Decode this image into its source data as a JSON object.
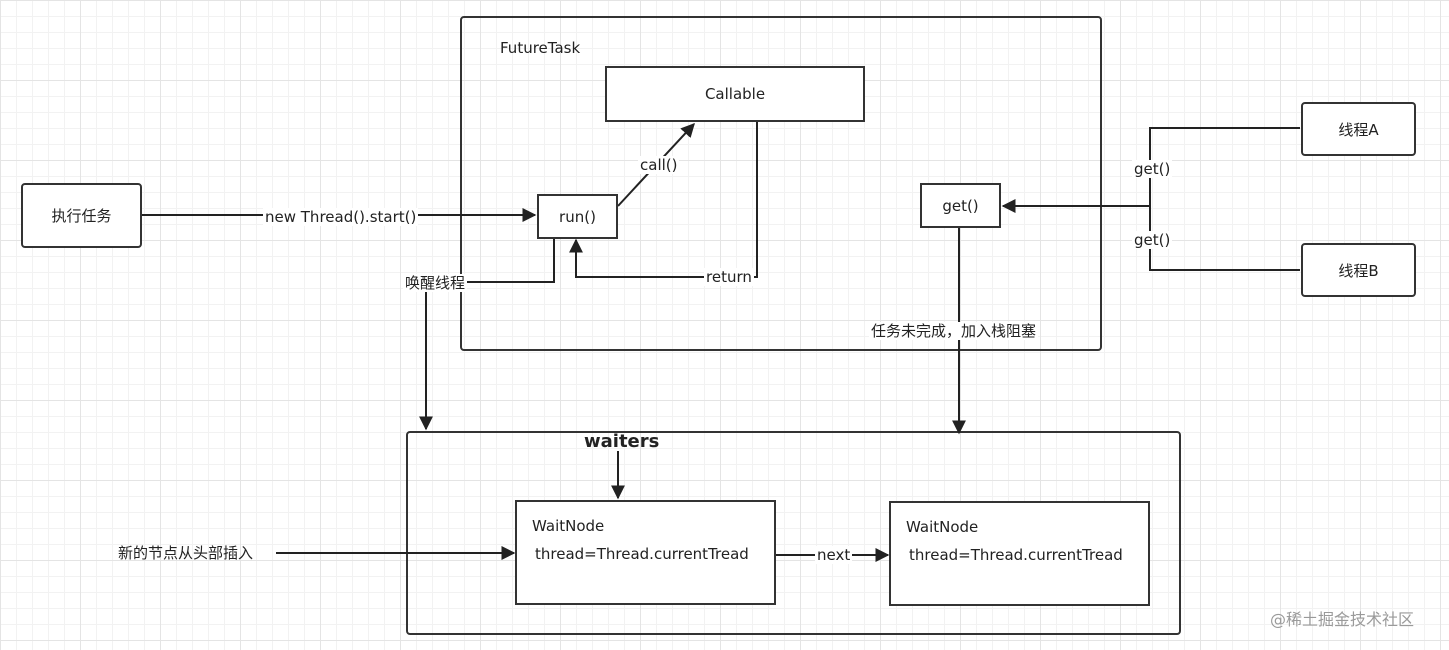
{
  "diagram": {
    "futuretask": {
      "title": "FutureTask"
    },
    "nodes": {
      "callable": "Callable",
      "run": "run()",
      "get": "get()",
      "exec_task": "执行任务",
      "thread_a": "线程A",
      "thread_b": "线程B"
    },
    "waiters": {
      "title": "waiters",
      "node1": {
        "title": "WaitNode",
        "field": "thread=Thread.currentTread"
      },
      "node2": {
        "title": "WaitNode",
        "field": "thread=Thread.currentTread"
      }
    },
    "edges": {
      "new_thread_start": "new Thread().start()",
      "call": "call()",
      "return": "return",
      "wake_thread": "唤醒线程",
      "get_a": "get()",
      "get_b": "get()",
      "blocked": "任务未完成，加入栈阻塞",
      "insert_head": "新的节点从头部插入",
      "next": "next"
    }
  },
  "watermark": "@稀土掘金技术社区"
}
